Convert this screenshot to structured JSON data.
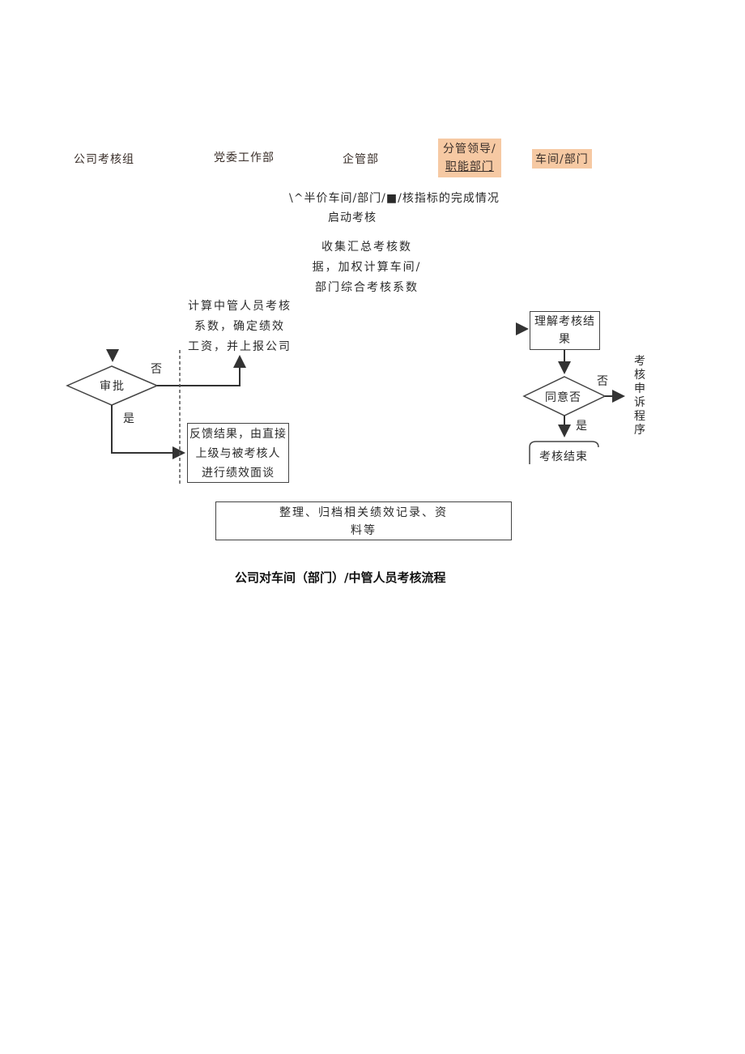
{
  "lanes": {
    "company_group": "公司考核组",
    "party_dept": "党委工作部",
    "enterprise_dept": "企管部",
    "leader_line1": "分管领导/",
    "leader_line2": "职能部门",
    "workshop": "车间/部门"
  },
  "steps": {
    "start_line1": "\\^半价车间/部门/■/核指标的完成情况",
    "start_line2": "启动考核",
    "collect_line1": "收集汇总考核数",
    "collect_line2": "据，加权计算车间/",
    "collect_line3": "部门综合考核系数",
    "calc_line1": "计算中管人员考核",
    "calc_line2": "系数，确定绩效",
    "calc_line3": "工资，并上报公司",
    "approve": "审批",
    "no_left": "否",
    "yes_left": "是",
    "feedback_line1": "反馈结果，由直接",
    "feedback_line2": "上级与被考核人",
    "feedback_line3": "进行绩效面谈",
    "understand_line1": "理解考核结",
    "understand_line2": "果",
    "agree": "同意否",
    "no_right": "否",
    "yes_right": "是",
    "appeal": "考核申诉程序",
    "end": "考核结束",
    "archive_line1": "整理、归档相关绩效记录、资",
    "archive_line2": "料等"
  },
  "caption": "公司对车间（部门）/中管人员考核流程",
  "colors": {
    "highlight": "#f6c9a3",
    "line": "#333333"
  }
}
